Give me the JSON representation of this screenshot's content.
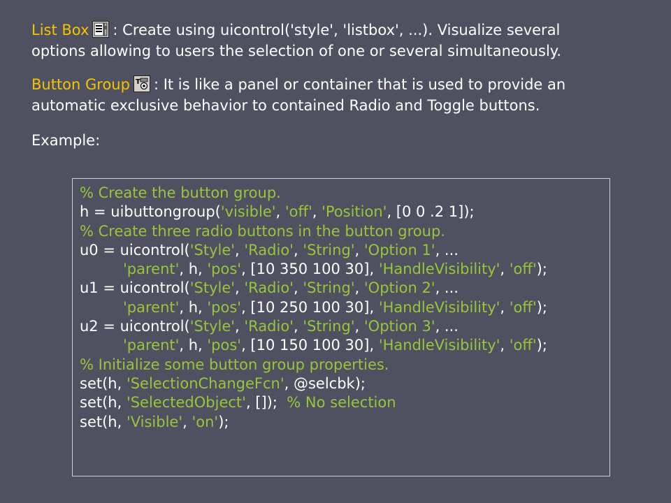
{
  "listbox": {
    "term": "List Box",
    "icon": "listbox-icon",
    "text_before": ": Create using uicontrol(",
    "s1": "'style'",
    "sep1": ", ",
    "s2": "'listbox'",
    "text_after": ", ...). Visualize several",
    "line2": "options allowing to users the selection of one or several simultaneously."
  },
  "buttongroup": {
    "term": "Button Group",
    "icon": "button-group-icon",
    "text": ": It is like a panel or container that is used to provide an",
    "line2": "automatic exclusive behavior to contained Radio and Toggle buttons."
  },
  "example_label": "Example:",
  "code": {
    "l1_comment": "% Create the button group.",
    "l2_a": "h = uibuttongroup(",
    "l2_s1": "'visible'",
    "l2_b": ", ",
    "l2_s2": "'off'",
    "l2_c": ", ",
    "l2_s3": "'Position'",
    "l2_d": ", [0 0 .2 1]);",
    "l3_comment": "% Create three radio buttons in the button group.",
    "u0_a": "u0 = uicontrol(",
    "u0_s1": "'Style'",
    "u0_b": ", ",
    "u0_s2": "'Radio'",
    "u0_c": ", ",
    "u0_s3": "'String'",
    "u0_d": ", ",
    "u0_s4": "'Option 1'",
    "u0_e": ", ...",
    "u0p_s1": "'parent'",
    "u0p_b": ", h, ",
    "u0p_s2": "'pos'",
    "u0p_c": ", [10 350 100 30], ",
    "u0p_s3": "'HandleVisibility'",
    "u0p_d": ", ",
    "u0p_s4": "'off'",
    "u0p_e": ");",
    "u1_a": "u1 = uicontrol(",
    "u1_s1": "'Style'",
    "u1_b": ", ",
    "u1_s2": "'Radio'",
    "u1_c": ", ",
    "u1_s3": "'String'",
    "u1_d": ", ",
    "u1_s4": "'Option 2'",
    "u1_e": ", ...",
    "u1p_s1": "'parent'",
    "u1p_b": ", h, ",
    "u1p_s2": "'pos'",
    "u1p_c": ", [10 250 100 30], ",
    "u1p_s3": "'HandleVisibility'",
    "u1p_d": ", ",
    "u1p_s4": "'off'",
    "u1p_e": ");",
    "u2_a": "u2 = uicontrol(",
    "u2_s1": "'Style'",
    "u2_b": ", ",
    "u2_s2": "'Radio'",
    "u2_c": ", ",
    "u2_s3": "'String'",
    "u2_d": ", ",
    "u2_s4": "'Option 3'",
    "u2_e": ", ...",
    "u2p_s1": "'parent'",
    "u2p_b": ", h, ",
    "u2p_s2": "'pos'",
    "u2p_c": ", [10 150 100 30], ",
    "u2p_s3": "'HandleVisibility'",
    "u2p_d": ", ",
    "u2p_s4": "'off'",
    "u2p_e": ");",
    "init_comment": "% Initialize some button group properties.",
    "s1_a": "set(h, ",
    "s1_s": "'SelectionChangeFcn'",
    "s1_b": ", @selcbk);",
    "s2_a": "set(h, ",
    "s2_s": "'SelectedObject'",
    "s2_b": ", []);  ",
    "s2_comment": "% No selection",
    "s3_a": "set(h, ",
    "s3_s1": "'Visible'",
    "s3_b": ", ",
    "s3_s2": "'on'",
    "s3_c": ");"
  },
  "colors": {
    "background": "#4f5160",
    "term": "#f5c400",
    "comment": "#98c53a",
    "text": "#ffffff"
  }
}
